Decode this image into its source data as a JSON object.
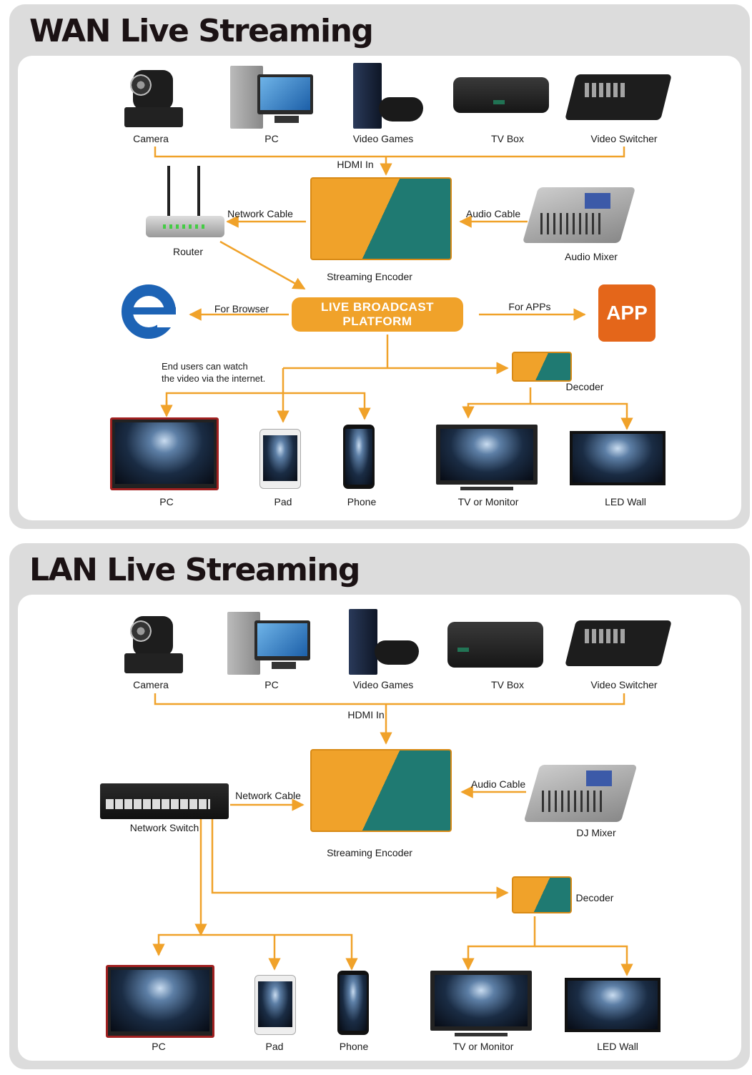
{
  "colors": {
    "accent": "#f0a22a",
    "teal": "#1f7a72",
    "app": "#e4661a",
    "panel": "#dcdcdc",
    "title": "#1b1214"
  },
  "wan": {
    "title": "WAN Live Streaming",
    "sources": [
      {
        "label": "Camera",
        "icon": "ptz-camera-icon"
      },
      {
        "label": "PC",
        "icon": "desktop-pc-icon"
      },
      {
        "label": "Video Games",
        "icon": "game-console-icon"
      },
      {
        "label": "TV Box",
        "icon": "tv-box-icon"
      },
      {
        "label": "Video Switcher",
        "icon": "video-switcher-icon"
      }
    ],
    "hdmi_in": "HDMI In",
    "router": "Router",
    "network_cable": "Network Cable",
    "encoder": "Streaming Encoder",
    "audio_cable": "Audio Cable",
    "audio_mixer": "Audio Mixer",
    "platform_line1": "LIVE BROADCAST",
    "platform_line2": "PLATFORM",
    "for_browser": "For Browser",
    "for_apps": "For APPs",
    "app_label": "APP",
    "note_line1": "End users can watch",
    "note_line2": "the video via the internet.",
    "decoder": "Decoder",
    "outputs": [
      {
        "label": "PC",
        "icon": "monitor-icon"
      },
      {
        "label": "Pad",
        "icon": "tablet-icon"
      },
      {
        "label": "Phone",
        "icon": "phone-icon"
      },
      {
        "label": "TV or Monitor",
        "icon": "tv-icon"
      },
      {
        "label": "LED Wall",
        "icon": "led-wall-icon"
      }
    ]
  },
  "lan": {
    "title": "LAN Live Streaming",
    "sources": [
      {
        "label": "Camera",
        "icon": "ptz-camera-icon"
      },
      {
        "label": "PC",
        "icon": "desktop-pc-icon"
      },
      {
        "label": "Video Games",
        "icon": "game-console-icon"
      },
      {
        "label": "TV Box",
        "icon": "tv-box-icon"
      },
      {
        "label": "Video Switcher",
        "icon": "video-switcher-icon"
      }
    ],
    "hdmi_in": "HDMI In",
    "network_switch": "Network Switch",
    "network_cable": "Network Cable",
    "encoder": "Streaming Encoder",
    "audio_cable": "Audio Cable",
    "dj_mixer": "DJ Mixer",
    "decoder": "Decoder",
    "outputs": [
      {
        "label": "PC",
        "icon": "monitor-icon"
      },
      {
        "label": "Pad",
        "icon": "tablet-icon"
      },
      {
        "label": "Phone",
        "icon": "phone-icon"
      },
      {
        "label": "TV or Monitor",
        "icon": "tv-icon"
      },
      {
        "label": "LED Wall",
        "icon": "led-wall-icon"
      }
    ]
  }
}
